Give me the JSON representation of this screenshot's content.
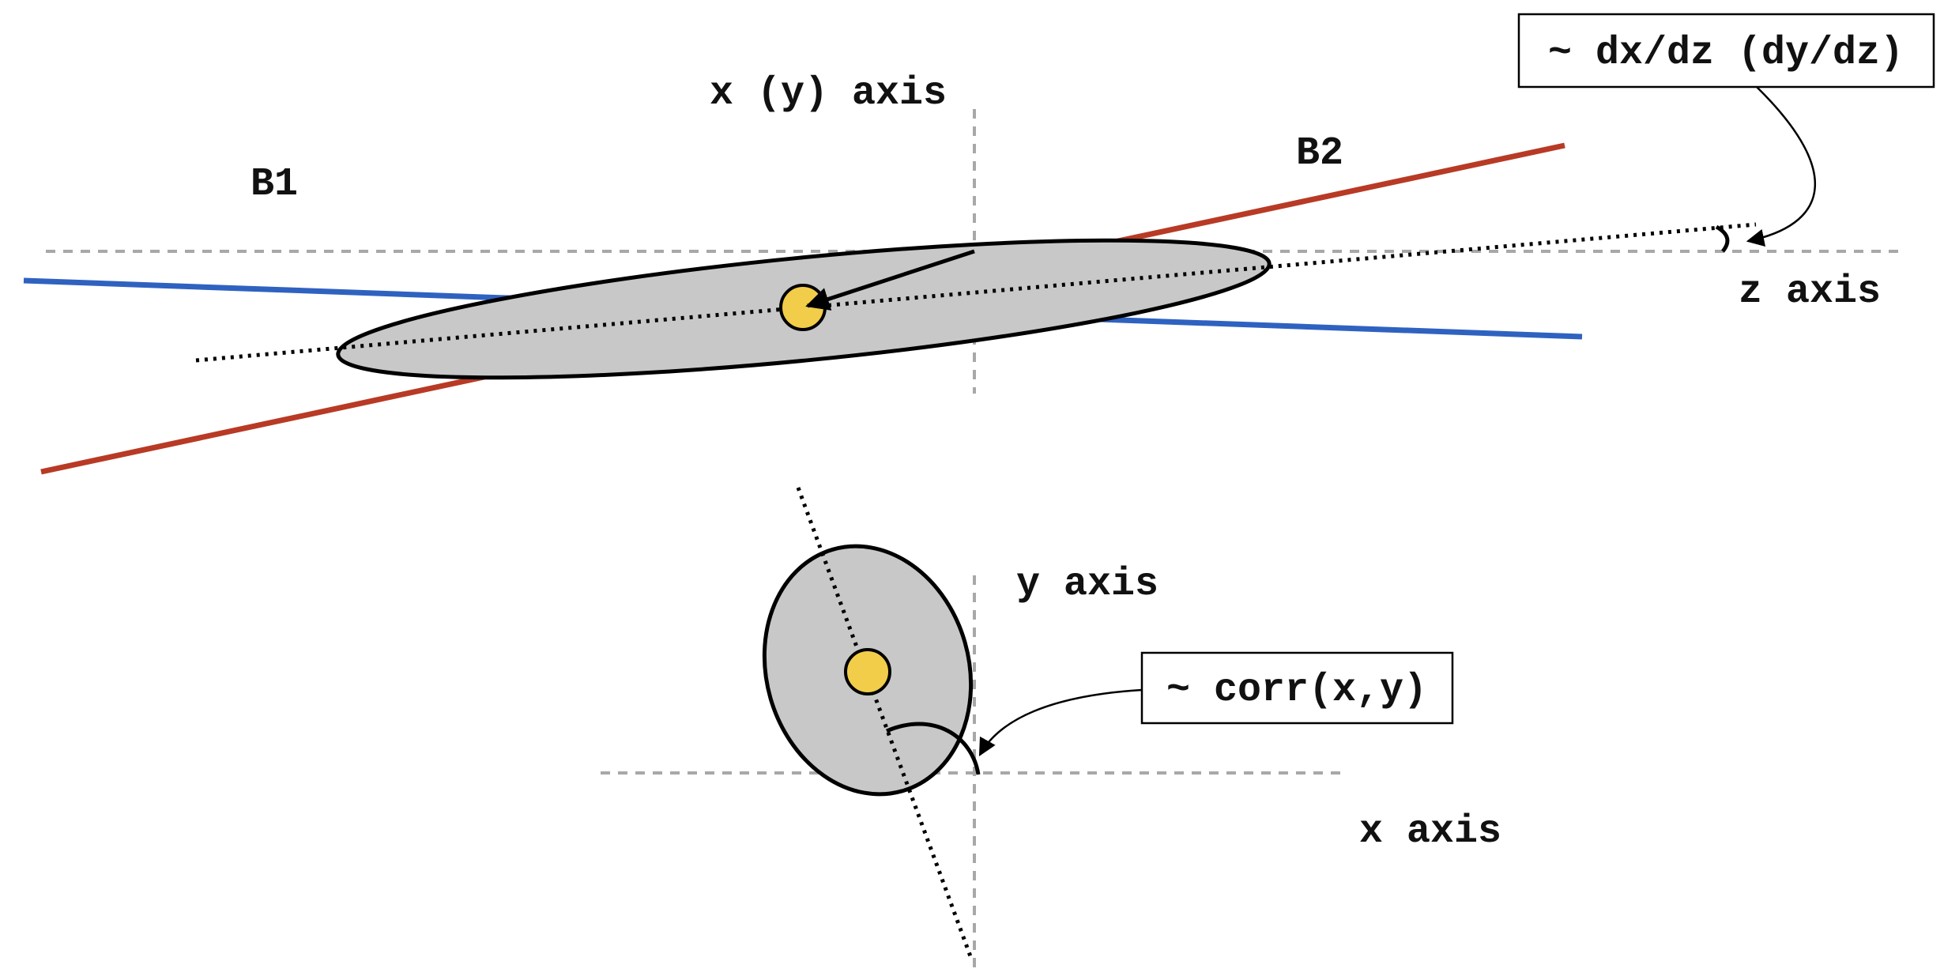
{
  "top_view": {
    "vertical_axis_label": "x (y) axis",
    "horizontal_axis_label": "z axis",
    "beam1_label": "B1",
    "beam2_label": "B2",
    "slope_annotation": "~ dx/dz (dy/dz)"
  },
  "bottom_view": {
    "vertical_axis_label": "y axis",
    "horizontal_axis_label": "x axis",
    "corr_annotation": "~ corr(x,y)"
  },
  "colors": {
    "beam1": "#2f62c0",
    "beam2": "#b83a25",
    "luminous_region": "#c8c8c8",
    "centroid": "#f2cd4a",
    "axis_dashes": "#a8a8a8",
    "outline": "#000000"
  }
}
